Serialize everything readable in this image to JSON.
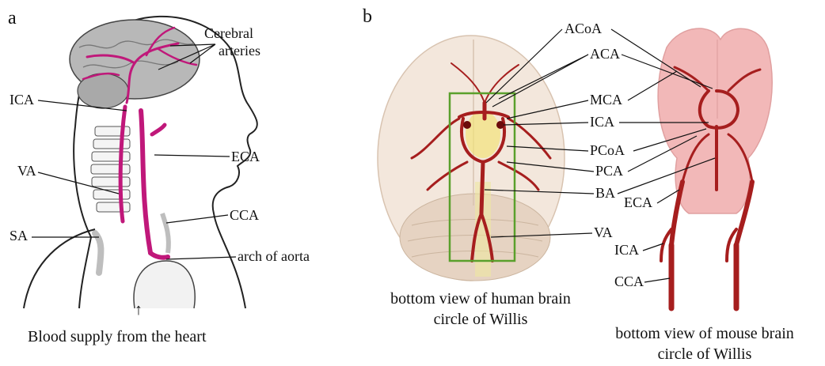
{
  "panel_a": {
    "letter": "a",
    "labels": {
      "cerebral_line1": "Cerebral",
      "cerebral_line2": "arteries",
      "ica": "ICA",
      "eca": "ECA",
      "va": "VA",
      "cca": "CCA",
      "sa": "SA",
      "arch": "arch of aorta"
    },
    "caption": "Blood supply from the heart",
    "arrow_glyph": "↑"
  },
  "panel_b": {
    "letter": "b",
    "labels": {
      "acoa": "ACoA",
      "aca": "ACA",
      "mca": "MCA",
      "ica": "ICA",
      "pcoa": "PCoA",
      "pca": "PCA",
      "ba": "BA",
      "eca": "ECA",
      "va": "VA",
      "ica2": "ICA",
      "cca": "CCA"
    },
    "human_caption_line1": "bottom view of human brain",
    "human_caption_line2": "circle of Willis",
    "mouse_caption_line1": "bottom view of  mouse brain",
    "mouse_caption_line2": "circle of Willis"
  },
  "colors": {
    "artery_magenta": "#c0187a",
    "artery_red": "#a61e1e",
    "highlight_box": "#5aa02c",
    "brain_gray": "#b8b8b8",
    "mouse_brain_pink": "#f2b8b8"
  }
}
